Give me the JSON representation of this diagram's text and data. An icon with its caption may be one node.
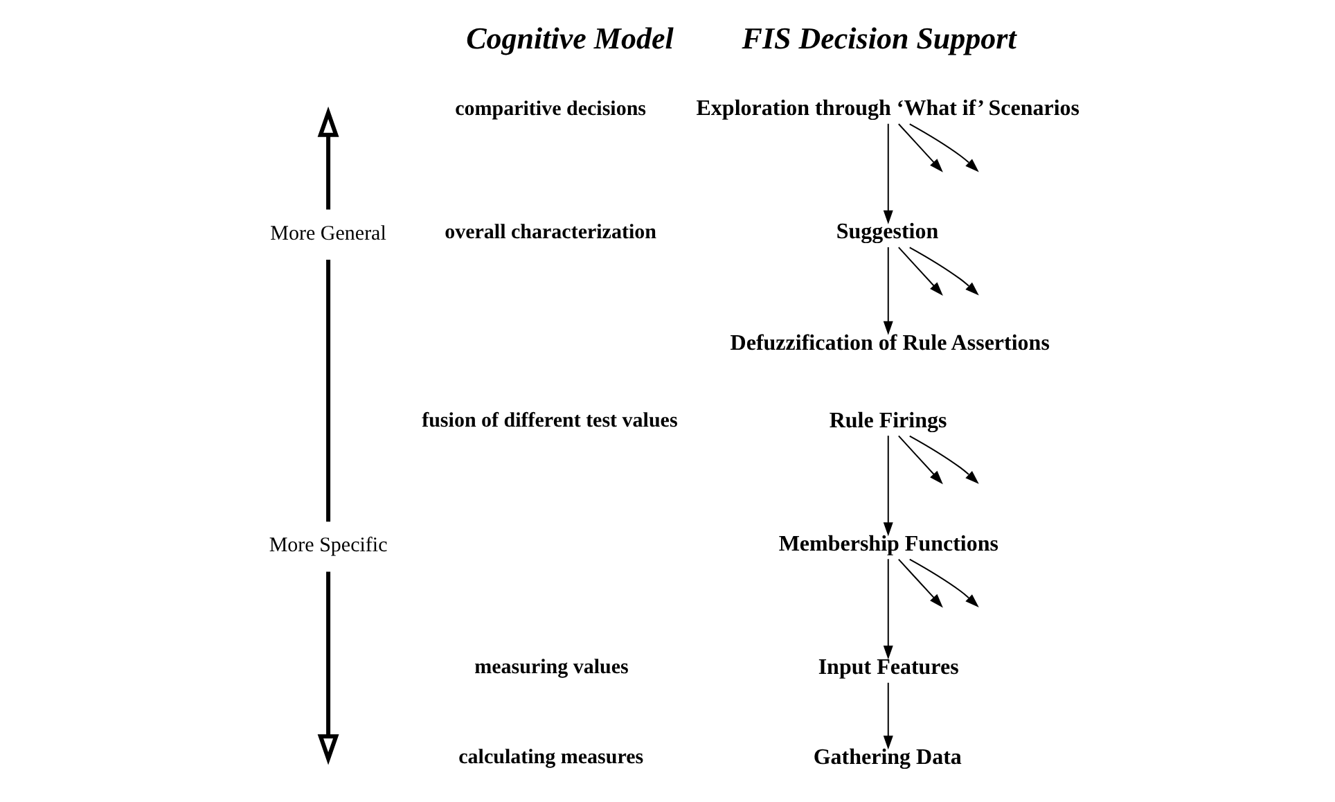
{
  "diagram": {
    "nodes": [
      {
        "text": [
          "Exploration through ‘What if’ Scenarios"
        ]
      },
      {
        "text": [
          "Suggestion"
        ]
      },
      {
        "text": [
          "Defuzzification of Rule Assertions"
        ]
      },
      {
        "text": [
          "Rule Firings"
        ]
      },
      {
        "text": [
          "Membership Functions"
        ]
      },
      {
        "text": [
          "Input Features"
        ]
      },
      {
        "text": [
          "Gathering Data"
        ]
      }
    ],
    "edges": [
      {
        "from": 0,
        "to": 1,
        "arrow": "to"
      },
      {
        "from": 0,
        "to": null,
        "arrow": "to"
      },
      {
        "from": 0,
        "to": null,
        "arrow": "to"
      },
      {
        "from": 1,
        "to": 2,
        "arrow": "to"
      },
      {
        "from": 1,
        "to": null,
        "arrow": "to"
      },
      {
        "from": 1,
        "to": null,
        "arrow": "to"
      },
      {
        "from": 3,
        "to": 4,
        "arrow": "to"
      },
      {
        "from": 3,
        "to": null,
        "arrow": "to"
      },
      {
        "from": 3,
        "to": null,
        "arrow": "to"
      },
      {
        "from": 4,
        "to": 5,
        "arrow": "to"
      },
      {
        "from": 4,
        "to": null,
        "arrow": "to"
      },
      {
        "from": 4,
        "to": null,
        "arrow": "to"
      },
      {
        "from": 5,
        "to": 6,
        "arrow": "to"
      }
    ],
    "labels": [
      "Cognitive Model",
      "FIS Decision Support",
      "More General",
      "comparitive decisions",
      "overall characterization",
      "fusion of different test values",
      "More Specific",
      "measuring values",
      "calculating measures"
    ]
  }
}
